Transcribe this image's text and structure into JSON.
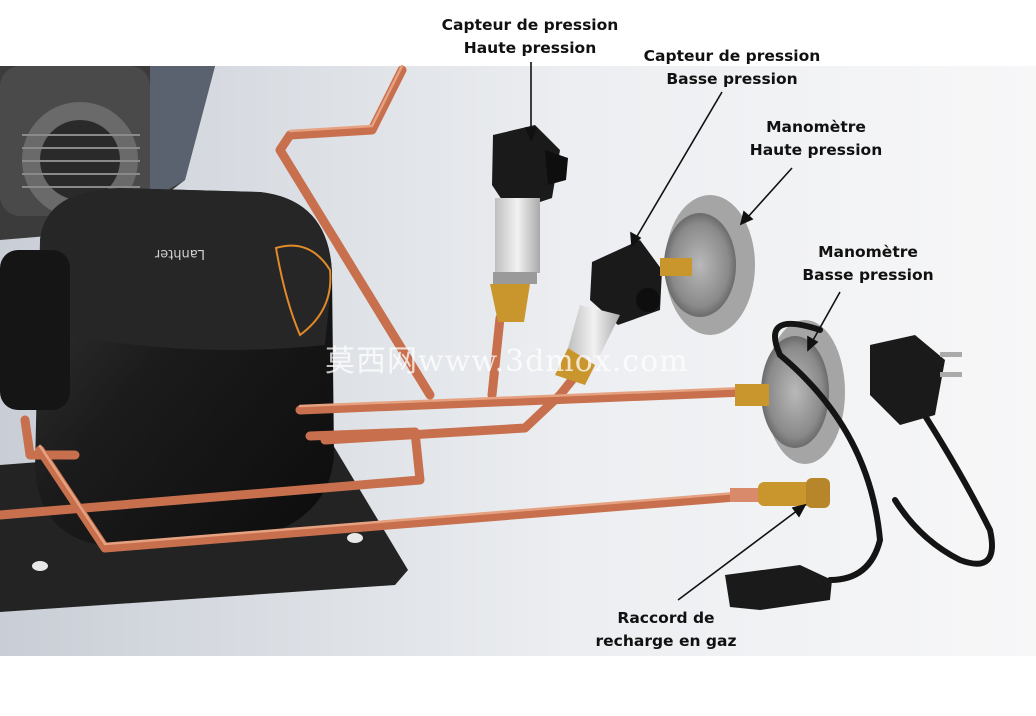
{
  "labels": {
    "hp_sensor": [
      "Capteur de pression",
      "Haute pression"
    ],
    "bp_sensor": [
      "Capteur de pression",
      "Basse pression"
    ],
    "hp_gauge": [
      "Manomètre",
      "Haute pression"
    ],
    "bp_gauge": [
      "Manomètre",
      "Basse pression"
    ],
    "raccord": [
      "Raccord de",
      "recharge en gaz"
    ]
  },
  "compressor_brand": "Lanhter",
  "watermark": "莫西网www.3dmox.com",
  "colors": {
    "copper": "#c8704e",
    "copper_dark": "#8e4a30",
    "compressor": "#1c1c1c",
    "gauge": "#9a9a9a",
    "brass": "#c9962e",
    "cable": "#141414"
  }
}
